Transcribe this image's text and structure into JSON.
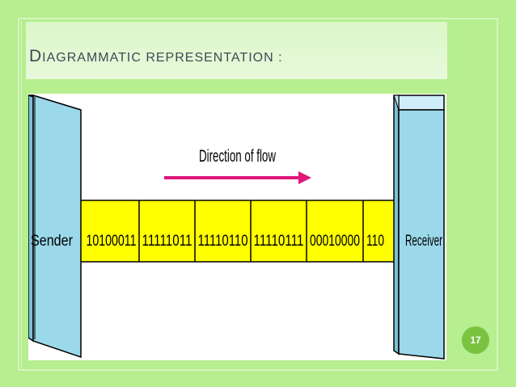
{
  "slide": {
    "title_first_letter": "D",
    "title_rest": "IAGRAMMATIC REPRESENTATION :",
    "page_number": "17"
  },
  "diagram": {
    "sender_label": "Sender",
    "receiver_label": "Receiver",
    "flow_label": "Direction of flow",
    "frames": [
      "10100011",
      "11111011",
      "11110110",
      "11110111",
      "00010000",
      "110"
    ],
    "colors": {
      "background": "#b6ee90",
      "box_fill": "#9bd8ea",
      "frame_fill": "#ffff00",
      "arrow": "#e0167a",
      "badge": "#79c340"
    }
  }
}
